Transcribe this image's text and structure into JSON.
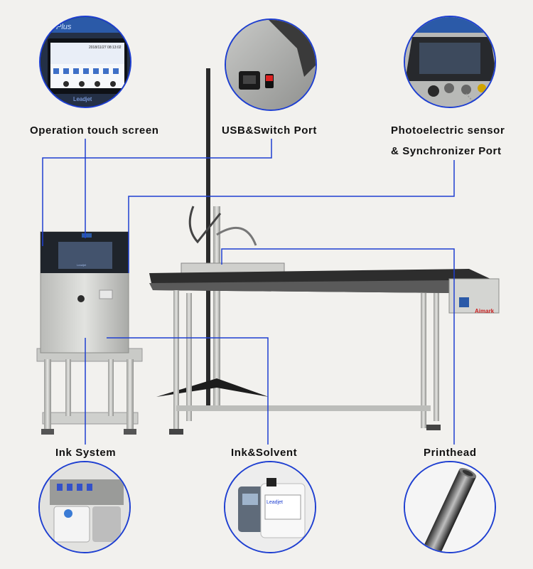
{
  "labels": {
    "touch_screen": "Operation touch screen",
    "usb_switch": "USB&Switch Port",
    "photo_line1": "Photoelectric sensor",
    "photo_line2": "& Synchronizer Port",
    "ink_system": "Ink System",
    "ink_solvent": "Ink&Solvent",
    "printhead": "Printhead"
  },
  "screen_texts": {
    "plus": "Plus",
    "date": "2018/11/27 08:13:02",
    "brand": "Leadjet",
    "machine_brand": "Leadjet"
  },
  "conveyor_brand": "Aimark",
  "bottle_brand": "Leadjet",
  "colors": {
    "callout_line": "#1e3fd1",
    "background": "#f2f1ee",
    "steel": "#c9c9c6",
    "belt": "#2d2d2d"
  }
}
